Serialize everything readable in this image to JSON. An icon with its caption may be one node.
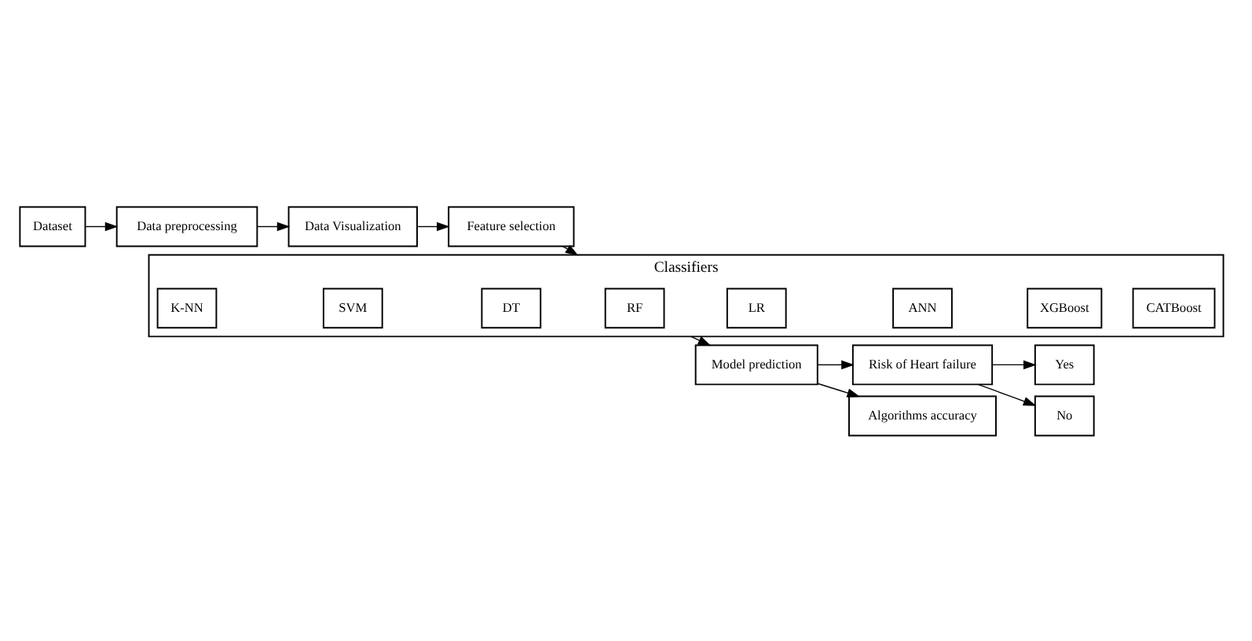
{
  "diagram": {
    "nodes": [
      {
        "text": [
          "Dataset"
        ]
      },
      {
        "text": [
          "Data preprocessing"
        ]
      },
      {
        "text": [
          "Data Visualization"
        ]
      },
      {
        "text": [
          "Feature selection"
        ]
      },
      {
        "text": [
          "Classifiers"
        ]
      },
      {
        "text": [
          "K-NN"
        ],
        "in": 4
      },
      {
        "text": [
          "SVM"
        ],
        "in": 4
      },
      {
        "text": [
          "DT"
        ],
        "in": 4
      },
      {
        "text": [
          "RF"
        ],
        "in": 4
      },
      {
        "text": [
          "LR"
        ],
        "in": 4
      },
      {
        "text": [
          "ANN"
        ],
        "in": 4
      },
      {
        "text": [
          "XGBoost"
        ],
        "in": 4
      },
      {
        "text": [
          "CATBoost"
        ],
        "in": 4
      },
      {
        "text": [
          "Model prediction"
        ]
      },
      {
        "text": [
          "Risk of Heart failure"
        ]
      },
      {
        "text": [
          "Yes"
        ]
      },
      {
        "text": [
          "No"
        ]
      },
      {
        "text": [
          "Algorithms accuracy"
        ]
      }
    ],
    "edges": [
      {
        "from": 0,
        "to": 1,
        "arrow": "to"
      },
      {
        "from": 1,
        "to": 2,
        "arrow": "to"
      },
      {
        "from": 2,
        "to": 3,
        "arrow": "to"
      },
      {
        "from": 3,
        "to": 4,
        "arrow": "to"
      },
      {
        "from": 4,
        "to": 13,
        "arrow": "to"
      },
      {
        "from": 13,
        "to": 14,
        "arrow": "to"
      },
      {
        "from": 14,
        "to": 15,
        "arrow": "to"
      },
      {
        "from": 14,
        "to": 16,
        "arrow": "to"
      },
      {
        "from": 13,
        "to": 17,
        "arrow": "to"
      }
    ]
  }
}
